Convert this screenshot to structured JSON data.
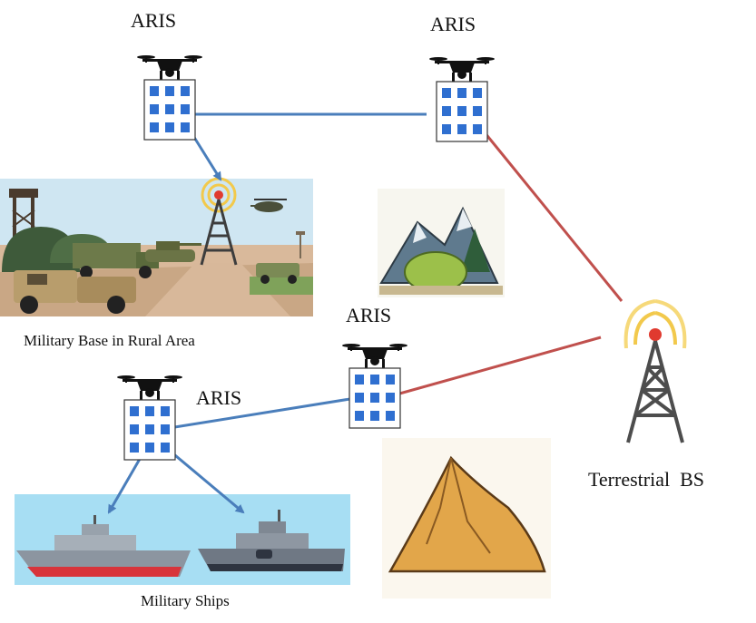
{
  "aris_nodes": [
    {
      "label": "ARIS"
    },
    {
      "label": "ARIS"
    },
    {
      "label": "ARIS"
    },
    {
      "label": "ARIS"
    }
  ],
  "captions": {
    "military_base": "Military Base in Rural Area",
    "military_ships": "Military Ships",
    "terrestrial_bs": "Terrestrial  BS"
  },
  "colors": {
    "blue_link": "#4a7ebb",
    "red_link": "#c0504d",
    "panel_blue": "#2f6fd0",
    "signal_yellow": "#f2c94c",
    "signal_red": "#e03a2f",
    "tower_gray": "#4d4d4d"
  }
}
